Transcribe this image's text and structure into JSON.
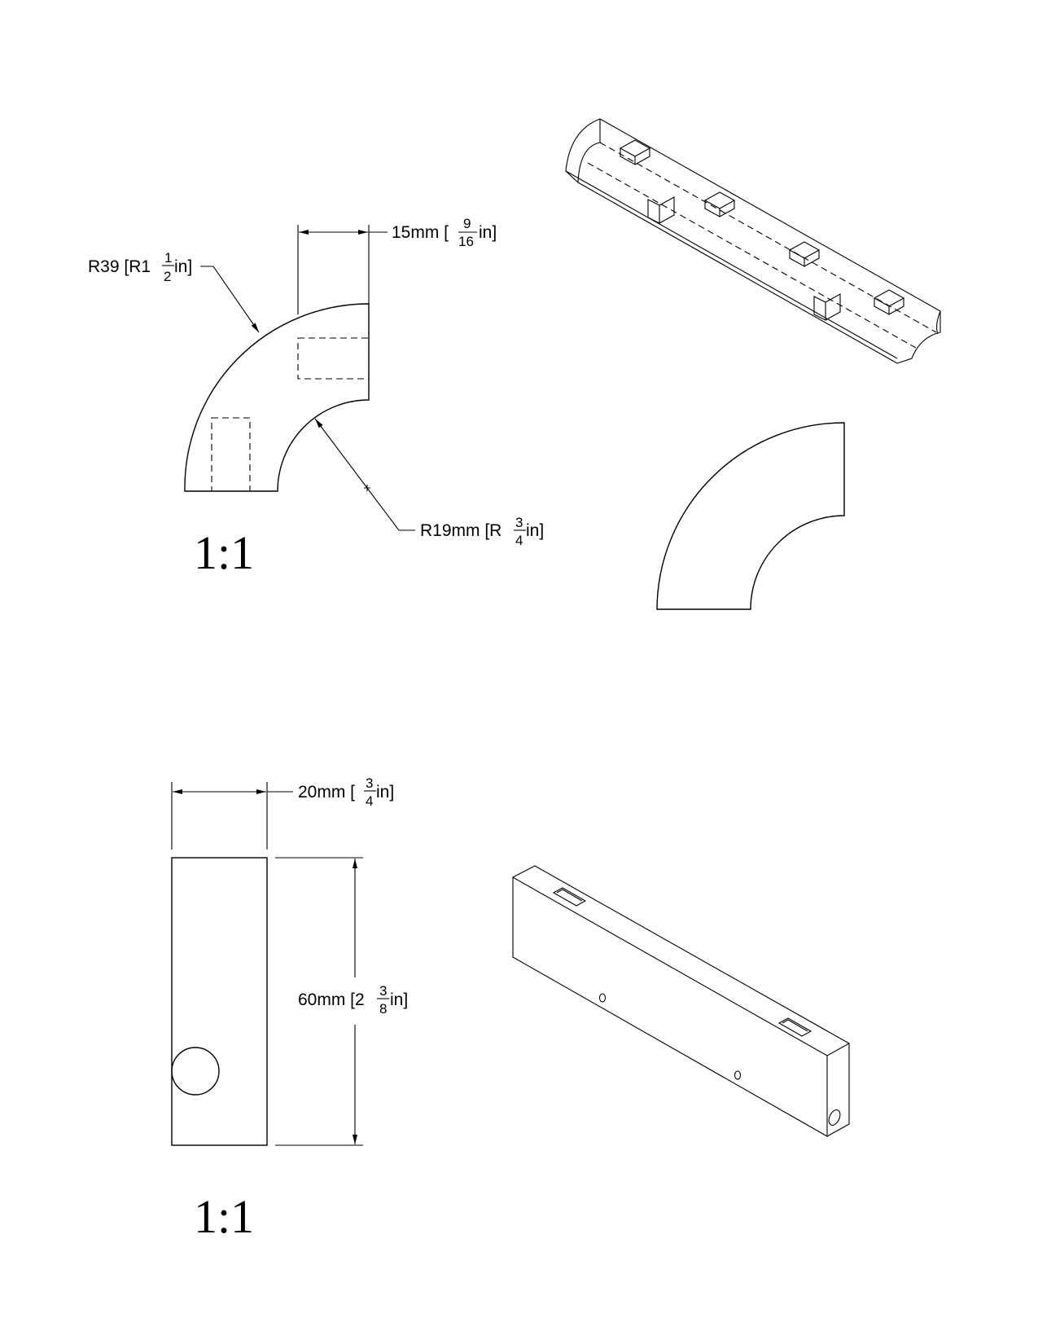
{
  "views": {
    "curved_part": {
      "scale": "1:1",
      "width_dim": {
        "value": "15mm [",
        "frac_num": "9",
        "frac_den": "16",
        "unit": "in]"
      },
      "outer_radius": {
        "value": "R39 [R1",
        "frac_num": "1",
        "frac_den": "2",
        "unit": "in]"
      },
      "inner_radius": {
        "value": "R19mm [R",
        "frac_num": "3",
        "frac_den": "4",
        "unit": "in]"
      }
    },
    "block_part": {
      "scale": "1:1",
      "width_dim": {
        "value": "20mm [",
        "frac_num": "3",
        "frac_den": "4",
        "unit": "in]"
      },
      "height_dim": {
        "value": "60mm [2",
        "frac_num": "3",
        "frac_den": "8",
        "unit": "in]"
      }
    }
  }
}
